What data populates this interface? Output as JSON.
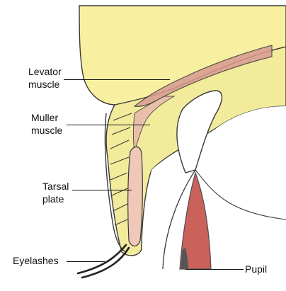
{
  "labels": {
    "levator_line1": "Levator",
    "levator_line2": "muscle",
    "muller_line1": "Muller",
    "muller_line2": "muscle",
    "tarsal_line1": "Tarsal",
    "tarsal_line2": "plate",
    "eyelashes": "Eyelashes",
    "pupil": "Pupil"
  },
  "colors": {
    "fat_yellow": "#f8f0a0",
    "skin_yellow": "#f2eb9c",
    "muscle_red": "#d99a92",
    "tarsal_pink": "#f0c8b8",
    "pupil_red": "#c5504a",
    "outline": "#3a3a3a"
  }
}
